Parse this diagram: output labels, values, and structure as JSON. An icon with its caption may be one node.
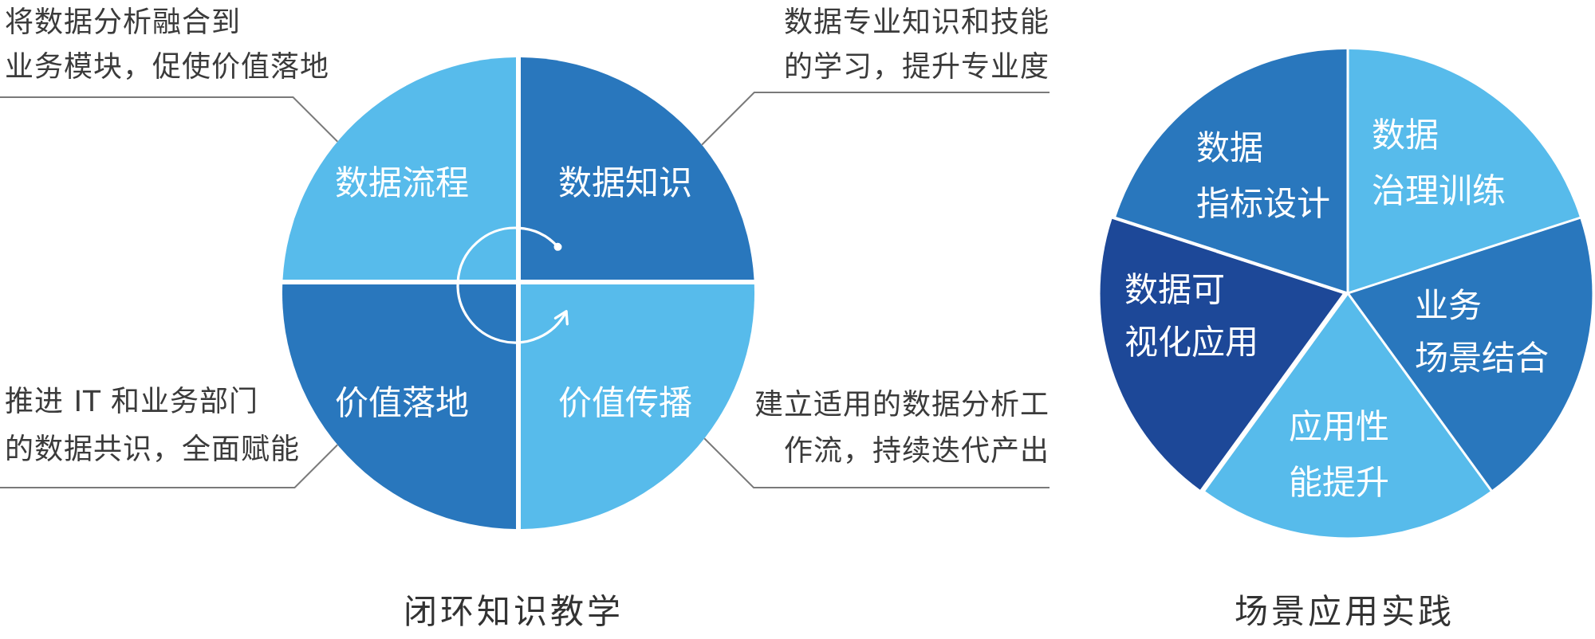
{
  "diagram": {
    "nodes": [
      {
        "text": [
          "将数据分析融合到业务模块，促使价值落地"
        ]
      },
      {
        "text": [
          "数据专业知识和技能的学习，提升专业度"
        ]
      },
      {
        "text": [
          "数据流程"
        ]
      },
      {
        "text": [
          "数据知识"
        ]
      },
      {
        "text": [
          "价值落地"
        ]
      },
      {
        "text": [
          "价值传播"
        ]
      },
      {
        "text": [
          "推进 IT 和业务部门的数据共识，全面赋能"
        ]
      },
      {
        "text": [
          "建立适用的数据分析工作流，持续迭代产出"
        ]
      },
      {
        "text": [
          "数据指标设计"
        ]
      },
      {
        "text": [
          "数据治理训练"
        ]
      },
      {
        "text": [
          "数据可视化应用"
        ]
      },
      {
        "text": [
          "业务场景结合"
        ]
      },
      {
        "text": [
          "应用性能提升"
        ]
      }
    ],
    "edges": [
      {
        "from": 0,
        "to": 2,
        "arrow": "none"
      },
      {
        "from": 1,
        "to": 3,
        "arrow": "none"
      },
      {
        "from": 6,
        "to": 4,
        "arrow": "none"
      },
      {
        "from": 7,
        "to": 5,
        "arrow": "none"
      },
      {
        "from": 3,
        "to": 2,
        "arrow": "other",
        "color": "#ffffff"
      },
      {
        "from": 2,
        "to": 4,
        "arrow": "none",
        "color": "#ffffff"
      },
      {
        "from": 4,
        "to": 5,
        "arrow": "to",
        "color": "#ffffff"
      }
    ],
    "labels": [
      "闭环知识教学",
      "场景应用实践"
    ]
  }
}
